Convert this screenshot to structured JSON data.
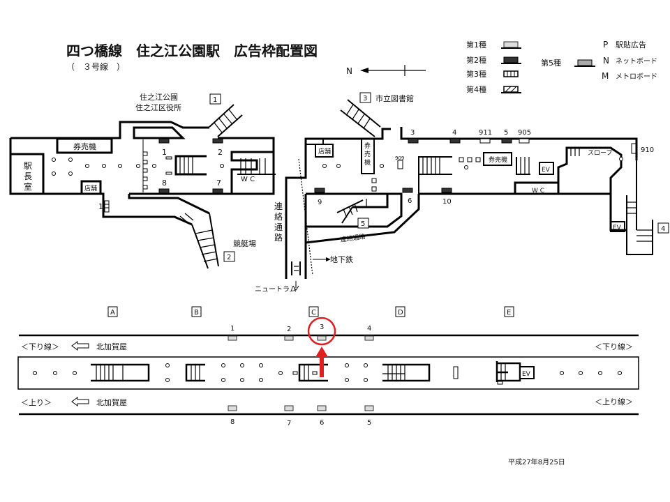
{
  "title": "四つ橋線　住之江公園駅　広告枠配置図",
  "subtitle": "（　３号線　）",
  "north": "N",
  "legend": {
    "type1": "第1種",
    "type2": "第2種",
    "type3": "第3種",
    "type4": "第4種",
    "type5": "第5種",
    "p": "P",
    "p_label": "駅貼広告",
    "n": "N",
    "n_label": "ネットボード",
    "m": "M",
    "m_label": "メトロボード"
  },
  "concourse": {
    "exit1": "1",
    "exit1_dest": [
      "住之江公園",
      "住之江区役所"
    ],
    "exit2": "2",
    "exit2_dest": "競艇場",
    "exit3": "3",
    "exit3_dest": "市立図書館",
    "exit4": "4",
    "exit5": "5",
    "ticket_machine": "券売機",
    "ticket_machine_v": [
      "券",
      "売",
      "機"
    ],
    "station_master": [
      "駅",
      "長",
      "室"
    ],
    "shop": "店舗",
    "wc": "W C",
    "ev": "EV",
    "slope": "スロープ",
    "passage": "連絡通路",
    "passage_v": [
      "連",
      "絡",
      "通",
      "路"
    ],
    "subway": "地下鉄",
    "newtram": "ニュートラム",
    "ads": {
      "a1": "1",
      "a2": "2",
      "a7": "7",
      "a8": "8",
      "a11": "1",
      "a3": "3",
      "a4": "4",
      "a911": "911",
      "a5": "5",
      "a905": "905",
      "a910": "910",
      "a909": "909",
      "a9": "9",
      "a6": "6",
      "a10": "10"
    }
  },
  "platform": {
    "columns": [
      "A",
      "B",
      "C",
      "D",
      "E"
    ],
    "down_line": "＜下り線＞",
    "up_line_left": "＜上り＞",
    "up_line_right": "＜上り線＞",
    "destination": "北加賀屋",
    "top_ads": [
      "1",
      "2",
      "3",
      "4"
    ],
    "bottom_ads": [
      "8",
      "7",
      "6",
      "5"
    ],
    "ev": "EV",
    "highlighted_ad": "3",
    "highlight_color": "#e02020"
  },
  "date": "平成27年8月25日"
}
